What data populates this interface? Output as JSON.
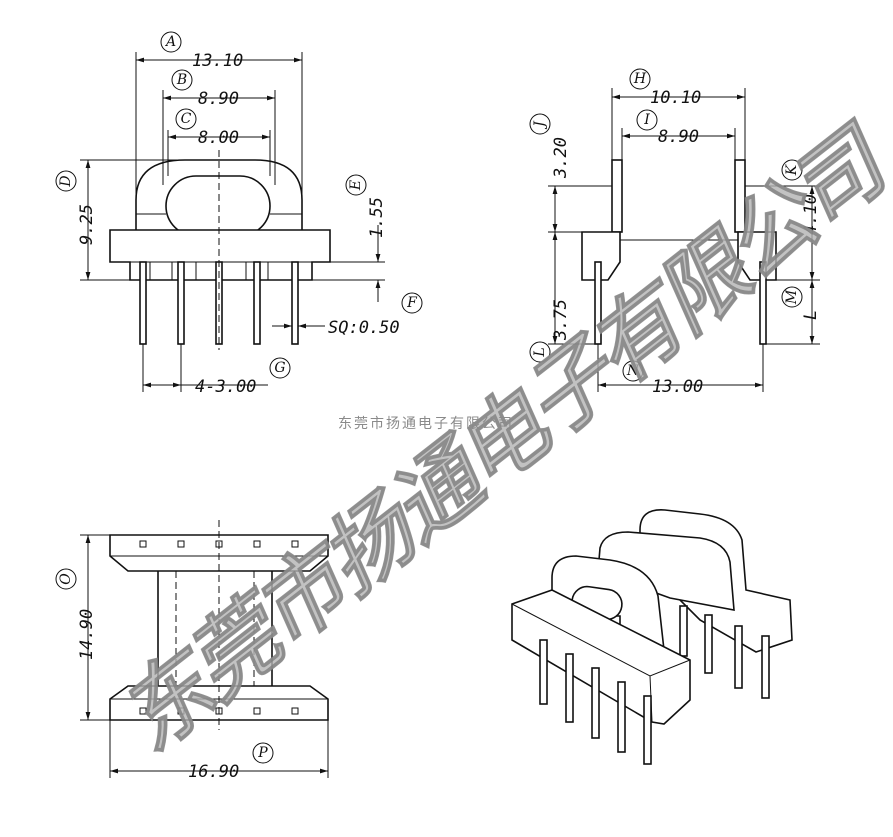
{
  "watermark": {
    "company_small": "东莞市扬通电子有限公司",
    "chars": [
      "东",
      "莞",
      "市",
      "扬",
      "通",
      "电",
      "子",
      "有",
      "限",
      "公",
      "司"
    ]
  },
  "views": {
    "front": {
      "dim_a": {
        "label": "A",
        "value": "13.10"
      },
      "dim_b": {
        "label": "B",
        "value": "8.90"
      },
      "dim_c": {
        "label": "C",
        "value": "8.00"
      },
      "dim_d": {
        "label": "D",
        "value": "9.25"
      },
      "dim_e": {
        "label": "E",
        "value": "1.55"
      },
      "dim_f": {
        "label": "F",
        "value": "SQ:0.50"
      },
      "dim_g": {
        "label": "G",
        "value": "4-3.00"
      }
    },
    "side": {
      "dim_h": {
        "label": "H",
        "value": "10.10"
      },
      "dim_i": {
        "label": "I",
        "value": "8.90"
      },
      "dim_j": {
        "label": "J",
        "value": "3.20"
      },
      "dim_k": {
        "label": "K",
        "value": "4.10"
      },
      "dim_l": {
        "label": "L",
        "value": "3.75"
      },
      "dim_m": {
        "label": "M",
        "value": "L"
      },
      "dim_n": {
        "label": "N",
        "value": "13.00"
      }
    },
    "top": {
      "dim_o": {
        "label": "O",
        "value": "14.90"
      },
      "dim_p": {
        "label": "P",
        "value": "16.90"
      }
    }
  }
}
